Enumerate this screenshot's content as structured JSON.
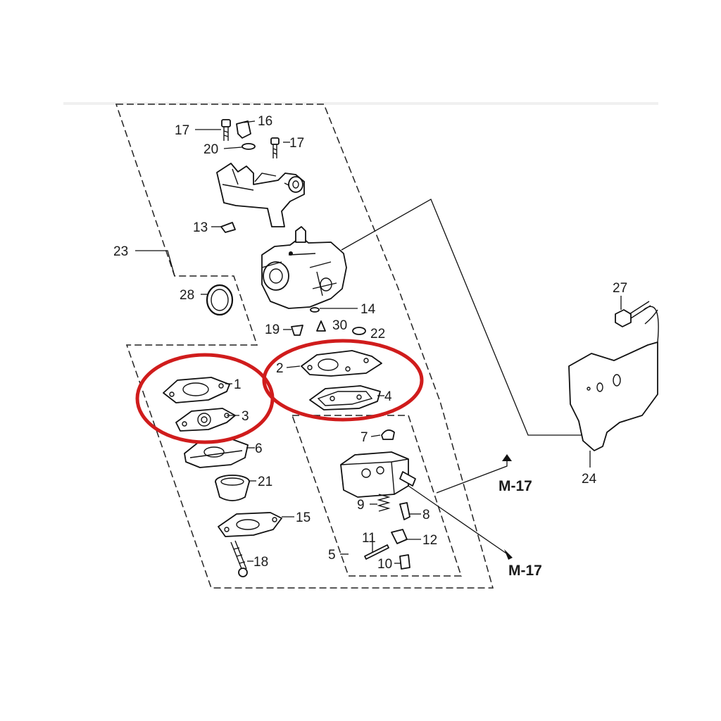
{
  "callouts": {
    "n1": "1",
    "n2": "2",
    "n3": "3",
    "n4": "4",
    "n5": "5",
    "n6": "6",
    "n7": "7",
    "n8": "8",
    "n9": "9",
    "n10": "10",
    "n11": "11",
    "n12": "12",
    "n13": "13",
    "n14": "14",
    "n15": "15",
    "n16": "16",
    "n17a": "17",
    "n17b": "17",
    "n18": "18",
    "n19": "19",
    "n20": "20",
    "n21": "21",
    "n22": "22",
    "n23": "23",
    "n24": "24",
    "n27": "27",
    "n28": "28",
    "n30": "30"
  },
  "references": {
    "ref_a": "M-17",
    "ref_b": "M-17"
  },
  "highlight": {
    "ring_color": "#d01c1c",
    "ring_count": 2
  }
}
